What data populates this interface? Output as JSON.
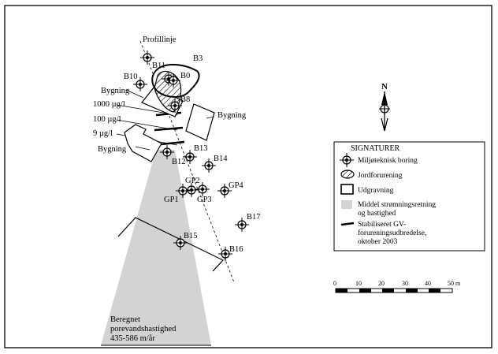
{
  "map": {
    "profile_label": "Profillinje",
    "concentration_labels": [
      "1000 µg/l",
      "100 µg/l",
      "9 µg/l"
    ],
    "building_labels": [
      "Bygning",
      "Bygning",
      "Bygning"
    ],
    "flow_label": [
      "Beregnet",
      "porevandshastighed",
      "435-586 m/år"
    ],
    "boreholes": [
      {
        "id": "B3"
      },
      {
        "id": "B11"
      },
      {
        "id": "B0"
      },
      {
        "id": "B10"
      },
      {
        "id": "B8"
      },
      {
        "id": "B13"
      },
      {
        "id": "B12"
      },
      {
        "id": "B14"
      },
      {
        "id": "GP2"
      },
      {
        "id": "GP4"
      },
      {
        "id": "GP1"
      },
      {
        "id": "GP3"
      },
      {
        "id": "B17"
      },
      {
        "id": "B15"
      },
      {
        "id": "B16"
      }
    ]
  },
  "north_arrow": {
    "label": "N"
  },
  "legend": {
    "title": "SIGNATURER",
    "items": [
      {
        "key": "boring",
        "label": [
          "Miljøteknisk boring"
        ]
      },
      {
        "key": "soil",
        "label": [
          "Jordforurening"
        ]
      },
      {
        "key": "excavation",
        "label": [
          "Udgravning"
        ]
      },
      {
        "key": "flow",
        "label": [
          "Middel strømningsretning",
          "og hastighed"
        ]
      },
      {
        "key": "gv",
        "label": [
          "Stabiliseret GV-",
          "forureningsudbredelse,",
          "oktober 2003"
        ]
      }
    ]
  },
  "scale_bar": {
    "ticks": [
      "0",
      "10",
      "20",
      "30",
      "40",
      "50 m"
    ]
  }
}
